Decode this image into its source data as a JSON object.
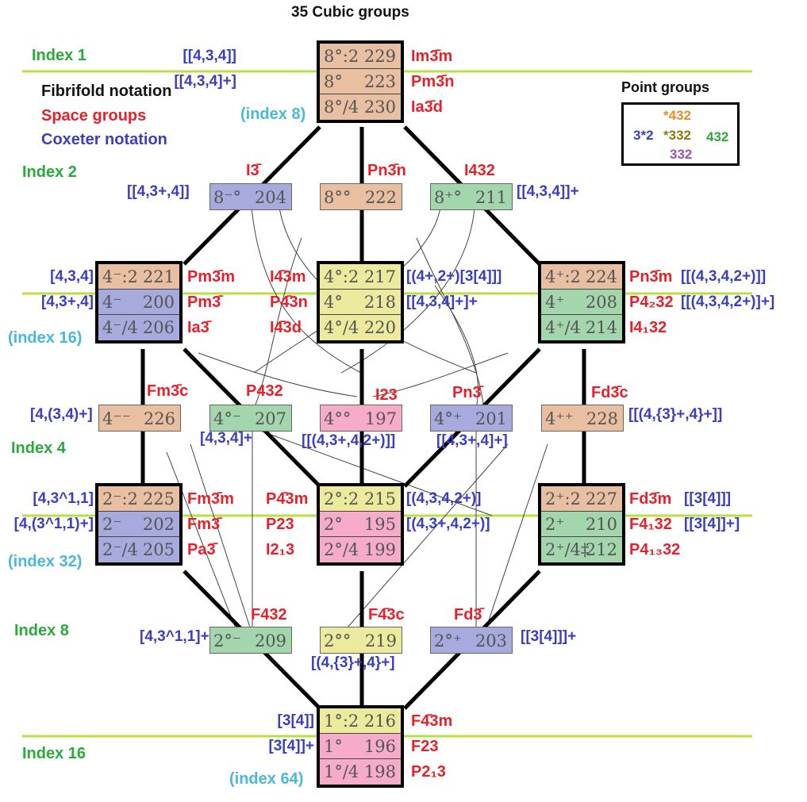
{
  "title": "35 Cubic  groups",
  "legend_notations": {
    "fibrifold": "Fibrifold notation",
    "space": "Space groups",
    "coxeter": "Coxeter notation"
  },
  "index_labels": [
    "Index 1",
    "Index 2",
    "Index 16",
    "Index 4",
    "Index 32",
    "Index 8",
    "Index 16"
  ],
  "green_labels": [
    "Index 1",
    "Index 2",
    "Index 4",
    "Index 8",
    "Index 16"
  ],
  "cyan_labels": [
    "(index 8)",
    "(index 16)",
    "(index 32)",
    "(index 64)"
  ],
  "point_groups": {
    "title": "Point groups",
    "g432s": "*432",
    "g3s2": "3*2",
    "g332s": "*332",
    "g432": "432",
    "g332": "332",
    "colors": {
      "g432s": "#ee8a2a",
      "g3s2": "#3a3fc0",
      "g332s": "#8a7a10",
      "g432": "#2aaa3a",
      "g332": "#a050b0"
    }
  },
  "big_boxes": [
    {
      "id": "top",
      "rows": [
        {
          "fib": "8°:2",
          "num": "229",
          "sg": "Im3̄m",
          "cox": "[[4,3,4]]",
          "color": "salmon"
        },
        {
          "fib": "8°",
          "num": "223",
          "sg": "Pm3̄n",
          "cox": "[[4,3,4]+]",
          "color": "salmon"
        },
        {
          "fib": "8°/4",
          "num": "230",
          "sg": "Ia3̄d",
          "cox": "",
          "color": "salmon"
        }
      ]
    },
    {
      "id": "left16",
      "rows": [
        {
          "fib": "4⁻:2",
          "num": "221",
          "sg": "Pm3̄m",
          "cox": "[4,3,4]",
          "color": "salmon"
        },
        {
          "fib": "4⁻",
          "num": "200",
          "sg": "Pm3̄",
          "cox": "[4,3+,4]",
          "color": "blue"
        },
        {
          "fib": "4⁻/4",
          "num": "206",
          "sg": "Ia3̄",
          "cox": "",
          "color": "blue"
        }
      ]
    },
    {
      "id": "mid16",
      "rows": [
        {
          "fib": "4°:2",
          "num": "217",
          "sg": "I4̄3m",
          "cox": "[(4+,2+)[3[4]]]",
          "color": "yellow"
        },
        {
          "fib": "4°",
          "num": "218",
          "sg": "P4̄3n",
          "cox": "[[4,3,4]+]+",
          "color": "yellow"
        },
        {
          "fib": "4°/4",
          "num": "220",
          "sg": "I4̄3d",
          "cox": "",
          "color": "yellow"
        }
      ]
    },
    {
      "id": "right16",
      "rows": [
        {
          "fib": "4⁺:2",
          "num": "224",
          "sg": "Pn3̄m",
          "cox": "[[(4,3,4,2+)]]",
          "color": "salmon"
        },
        {
          "fib": "4⁺",
          "num": "208",
          "sg": "P4₂32",
          "cox": "[[(4,3,4,2+)]+]",
          "color": "green"
        },
        {
          "fib": "4⁺/4",
          "num": "214",
          "sg": "I4₁32",
          "cox": "",
          "color": "green"
        }
      ]
    },
    {
      "id": "left32",
      "rows": [
        {
          "fib": "2⁻:2",
          "num": "225",
          "sg": "Fm3̄m",
          "cox": "[4,3^1,1]",
          "color": "salmon"
        },
        {
          "fib": "2⁻",
          "num": "202",
          "sg": "Fm3̄",
          "cox": "[4,(3^1,1)+]",
          "color": "blue"
        },
        {
          "fib": "2⁻/4",
          "num": "205",
          "sg": "Pa3̄",
          "cox": "",
          "color": "blue"
        }
      ]
    },
    {
      "id": "mid32",
      "rows": [
        {
          "fib": "2°:2",
          "num": "215",
          "sg": "P4̄3m",
          "cox": "[(4,3,4,2+)]",
          "color": "yellow"
        },
        {
          "fib": "2°",
          "num": "195",
          "sg": "P23",
          "cox": "[(4,3+,4,2+)]",
          "color": "pink"
        },
        {
          "fib": "2°/4",
          "num": "199",
          "sg": "I2₁3",
          "cox": "",
          "color": "pink"
        }
      ]
    },
    {
      "id": "right32",
      "rows": [
        {
          "fib": "2⁺:2",
          "num": "227",
          "sg": "Fd3̄m",
          "cox": "[[3[4]]]",
          "color": "salmon"
        },
        {
          "fib": "2⁺",
          "num": "210",
          "sg": "F4₁32",
          "cox": "[[3[4]]+]",
          "color": "green"
        },
        {
          "fib": "2⁺/4‡",
          "num": "212",
          "sg": "P4₁₃32",
          "cox": "",
          "color": "green"
        }
      ]
    },
    {
      "id": "bottom",
      "rows": [
        {
          "fib": "1°:2",
          "num": "216",
          "sg": "F4̄3m",
          "cox": "[3[4]]",
          "color": "yellow"
        },
        {
          "fib": "1°",
          "num": "196",
          "sg": "F23",
          "cox": "[3[4]]+",
          "color": "pink"
        },
        {
          "fib": "1°/4",
          "num": "198",
          "sg": "P2₁3",
          "cox": "",
          "color": "pink"
        }
      ]
    }
  ],
  "small_boxes": [
    {
      "id": "i204",
      "fib": "8⁻°",
      "num": "204",
      "sg": "I3̄",
      "cox": "[[4,3+,4]]",
      "color": "blue"
    },
    {
      "id": "i222",
      "fib": "8°°",
      "num": "222",
      "sg": "Pn3̄n",
      "cox": "",
      "color": "salmon"
    },
    {
      "id": "i211",
      "fib": "8⁺°",
      "num": "211",
      "sg": "I432",
      "cox": "[[4,3,4]]+",
      "color": "green"
    },
    {
      "id": "i226",
      "fib": "4⁻⁻",
      "num": "226",
      "sg": "Fm3̄c",
      "cox": "[4,(3,4)+]",
      "color": "salmon"
    },
    {
      "id": "i207",
      "fib": "4°⁻",
      "num": "207",
      "sg": "P432",
      "cox": "[4,3,4]+",
      "color": "green"
    },
    {
      "id": "i197",
      "fib": "4°°",
      "num": "197",
      "sg": "I23",
      "cox": "[[(4,3+,4,2+)]]",
      "color": "pink"
    },
    {
      "id": "i201",
      "fib": "4°⁺",
      "num": "201",
      "sg": "Pn3̄",
      "cox": "[[4,3+,4]+]",
      "color": "blue"
    },
    {
      "id": "i228",
      "fib": "4⁺⁺",
      "num": "228",
      "sg": "Fd3̄c",
      "cox": "[[(4,{3}+,4}+]]",
      "color": "salmon"
    },
    {
      "id": "i209",
      "fib": "2°⁻",
      "num": "209",
      "sg": "F432",
      "cox": "[4,3^1,1]+",
      "color": "green"
    },
    {
      "id": "i219",
      "fib": "2°°",
      "num": "219",
      "sg": "F4̄3c",
      "cox": "[(4,{3}+,4}+]",
      "color": "yellow"
    },
    {
      "id": "i203",
      "fib": "2°⁺",
      "num": "203",
      "sg": "Fd3̄",
      "cox": "[[3[4]]]+",
      "color": "blue"
    }
  ]
}
